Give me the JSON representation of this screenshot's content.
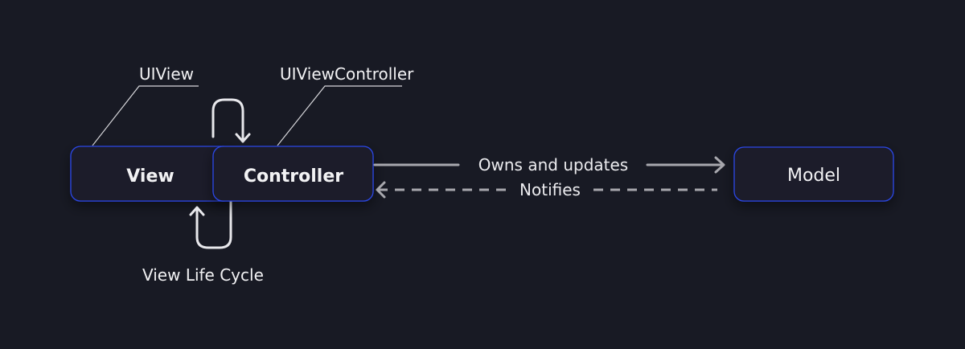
{
  "colors": {
    "background": "#181a24",
    "box_fill": "#1c1e2a",
    "box_border": "#2c46e6",
    "arrow": "#a8a8ae",
    "line": "#d8d8dc"
  },
  "labels": {
    "uiview": "UIView",
    "uiviewcontroller": "UIViewController",
    "life_cycle": "View Life Cycle"
  },
  "boxes": {
    "view": "View",
    "controller": "Controller",
    "model": "Model"
  },
  "arrows": {
    "owns": "Owns and updates",
    "notifies": "Notifies"
  }
}
